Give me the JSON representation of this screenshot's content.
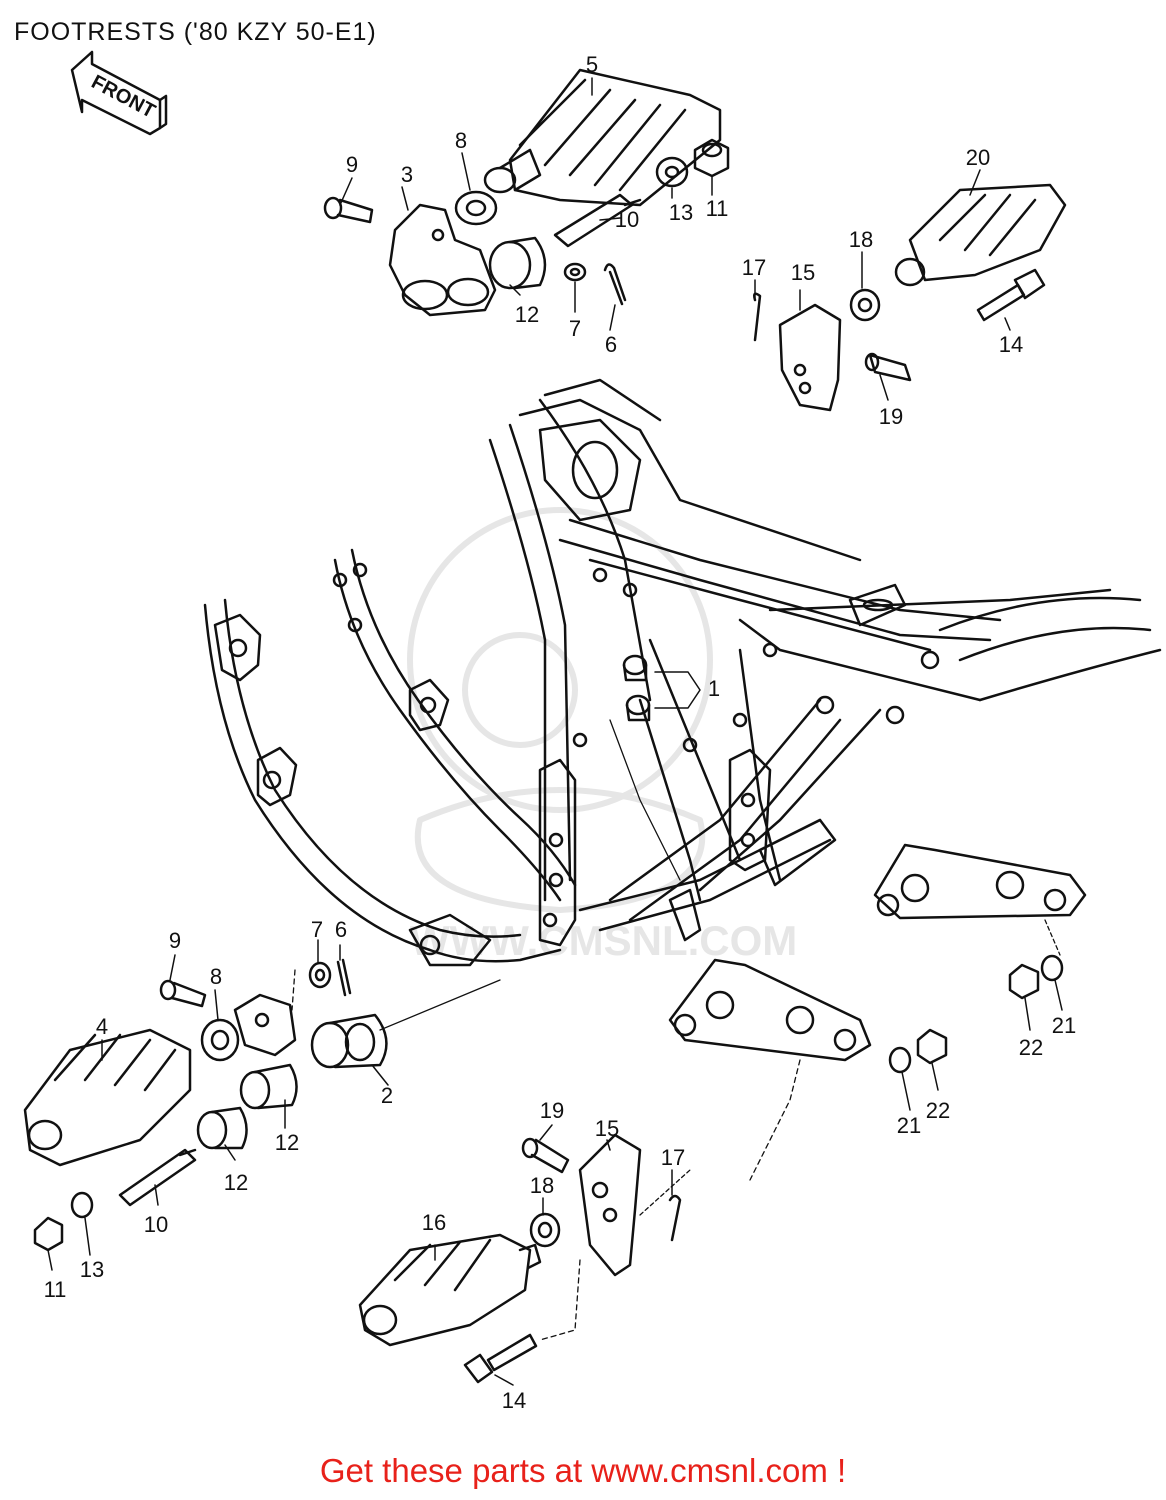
{
  "header": {
    "title": "FOOTRESTS ('80 KZY 50-E1)"
  },
  "diagram": {
    "direction_marker": "FRONT",
    "watermark": "WWW.CMSNL.COM",
    "callouts": [
      {
        "id": "c1",
        "label": "1"
      },
      {
        "id": "c2",
        "label": "2"
      },
      {
        "id": "c3",
        "label": "3"
      },
      {
        "id": "c4",
        "label": "4"
      },
      {
        "id": "c5",
        "label": "5"
      },
      {
        "id": "c6a",
        "label": "6"
      },
      {
        "id": "c6b",
        "label": "6"
      },
      {
        "id": "c7a",
        "label": "7"
      },
      {
        "id": "c7b",
        "label": "7"
      },
      {
        "id": "c8a",
        "label": "8"
      },
      {
        "id": "c8b",
        "label": "8"
      },
      {
        "id": "c9a",
        "label": "9"
      },
      {
        "id": "c9b",
        "label": "9"
      },
      {
        "id": "c10a",
        "label": "10"
      },
      {
        "id": "c10b",
        "label": "10"
      },
      {
        "id": "c11a",
        "label": "11"
      },
      {
        "id": "c11b",
        "label": "11"
      },
      {
        "id": "c12a",
        "label": "12"
      },
      {
        "id": "c12b",
        "label": "12"
      },
      {
        "id": "c12c",
        "label": "12"
      },
      {
        "id": "c13a",
        "label": "13"
      },
      {
        "id": "c13b",
        "label": "13"
      },
      {
        "id": "c14a",
        "label": "14"
      },
      {
        "id": "c14b",
        "label": "14"
      },
      {
        "id": "c15a",
        "label": "15"
      },
      {
        "id": "c15b",
        "label": "15"
      },
      {
        "id": "c16",
        "label": "16"
      },
      {
        "id": "c17a",
        "label": "17"
      },
      {
        "id": "c17b",
        "label": "17"
      },
      {
        "id": "c18a",
        "label": "18"
      },
      {
        "id": "c18b",
        "label": "18"
      },
      {
        "id": "c19a",
        "label": "19"
      },
      {
        "id": "c19b",
        "label": "19"
      },
      {
        "id": "c20",
        "label": "20"
      },
      {
        "id": "c21a",
        "label": "21"
      },
      {
        "id": "c21b",
        "label": "21"
      },
      {
        "id": "c22a",
        "label": "22"
      },
      {
        "id": "c22b",
        "label": "22"
      }
    ]
  },
  "footer": {
    "link_text": "Get these parts at www.cmsnl.com !"
  },
  "colors": {
    "footer_link": "#e8211a",
    "line_art": "#111111",
    "watermark": "#e6e6e6"
  }
}
